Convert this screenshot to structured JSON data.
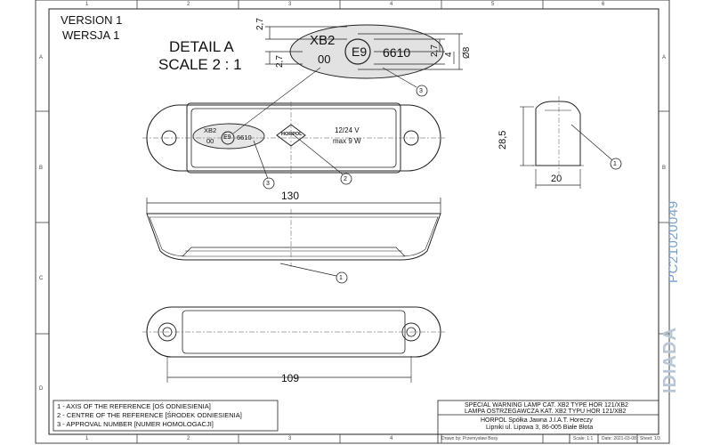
{
  "header": {
    "version_en": "VERSION 1",
    "version_pl": "WERSJA 1",
    "detail_title": "DETAIL A",
    "detail_scale": "SCALE 2 : 1"
  },
  "detail_view": {
    "marking_line1": "XB2",
    "marking_line2": "00",
    "approval_mark": "E9",
    "approval_number": "6610",
    "dim_top": "2,7",
    "dim_bottom": "2,7",
    "dim_right_a": "2,7",
    "dim_right_b": "4",
    "dim_diameter": "Ø8"
  },
  "lamp_top_view": {
    "marking_line1": "XB2",
    "marking_line2": "00",
    "approval_mark": "E9",
    "approval_number": "6610",
    "maker_logo": "HORPOL",
    "voltage": "12/24 V",
    "power": "max 9 W"
  },
  "dimensions": {
    "length": "130",
    "mount_spacing": "109",
    "height": "28,5",
    "depth": "20"
  },
  "callouts": [
    "1",
    "2",
    "3"
  ],
  "legend": [
    "1 - AXIS OF THE REFERENCE [OŚ ODNIESIENIA]",
    "2 - CENTRE OF THE REFERENCE [ŚRODEK ODNIESIENIA]",
    "3 - APPROVAL NUMBER [NUMER HOMOLOGACJI]"
  ],
  "title_block": {
    "title_en": "SPECIAL WARNING LAMP CAT. XB2 TYPE HOR 121/XB2",
    "title_pl": "LAMPA OSTRZEGAWCZA KAT. XB2 TYPU HOR 121/XB2",
    "company": "HORPOL Spółka Jawna   J.I.A.T. Horeczy",
    "address": "Lipniki ul. Lipowa 3, 86-005 Białe Błota",
    "drawn_by": "Drawn by: Przemysław Bosy",
    "scale": "Scale: 1:1",
    "date": "Date: 2021-03-08",
    "sheet": "Sheet: 1/3"
  },
  "side_code": "PC21020049",
  "brand": "IDIADA",
  "grid": {
    "cols": [
      "1",
      "2",
      "3",
      "4",
      "5",
      "6"
    ],
    "rows": [
      "A",
      "B",
      "C",
      "D"
    ]
  }
}
